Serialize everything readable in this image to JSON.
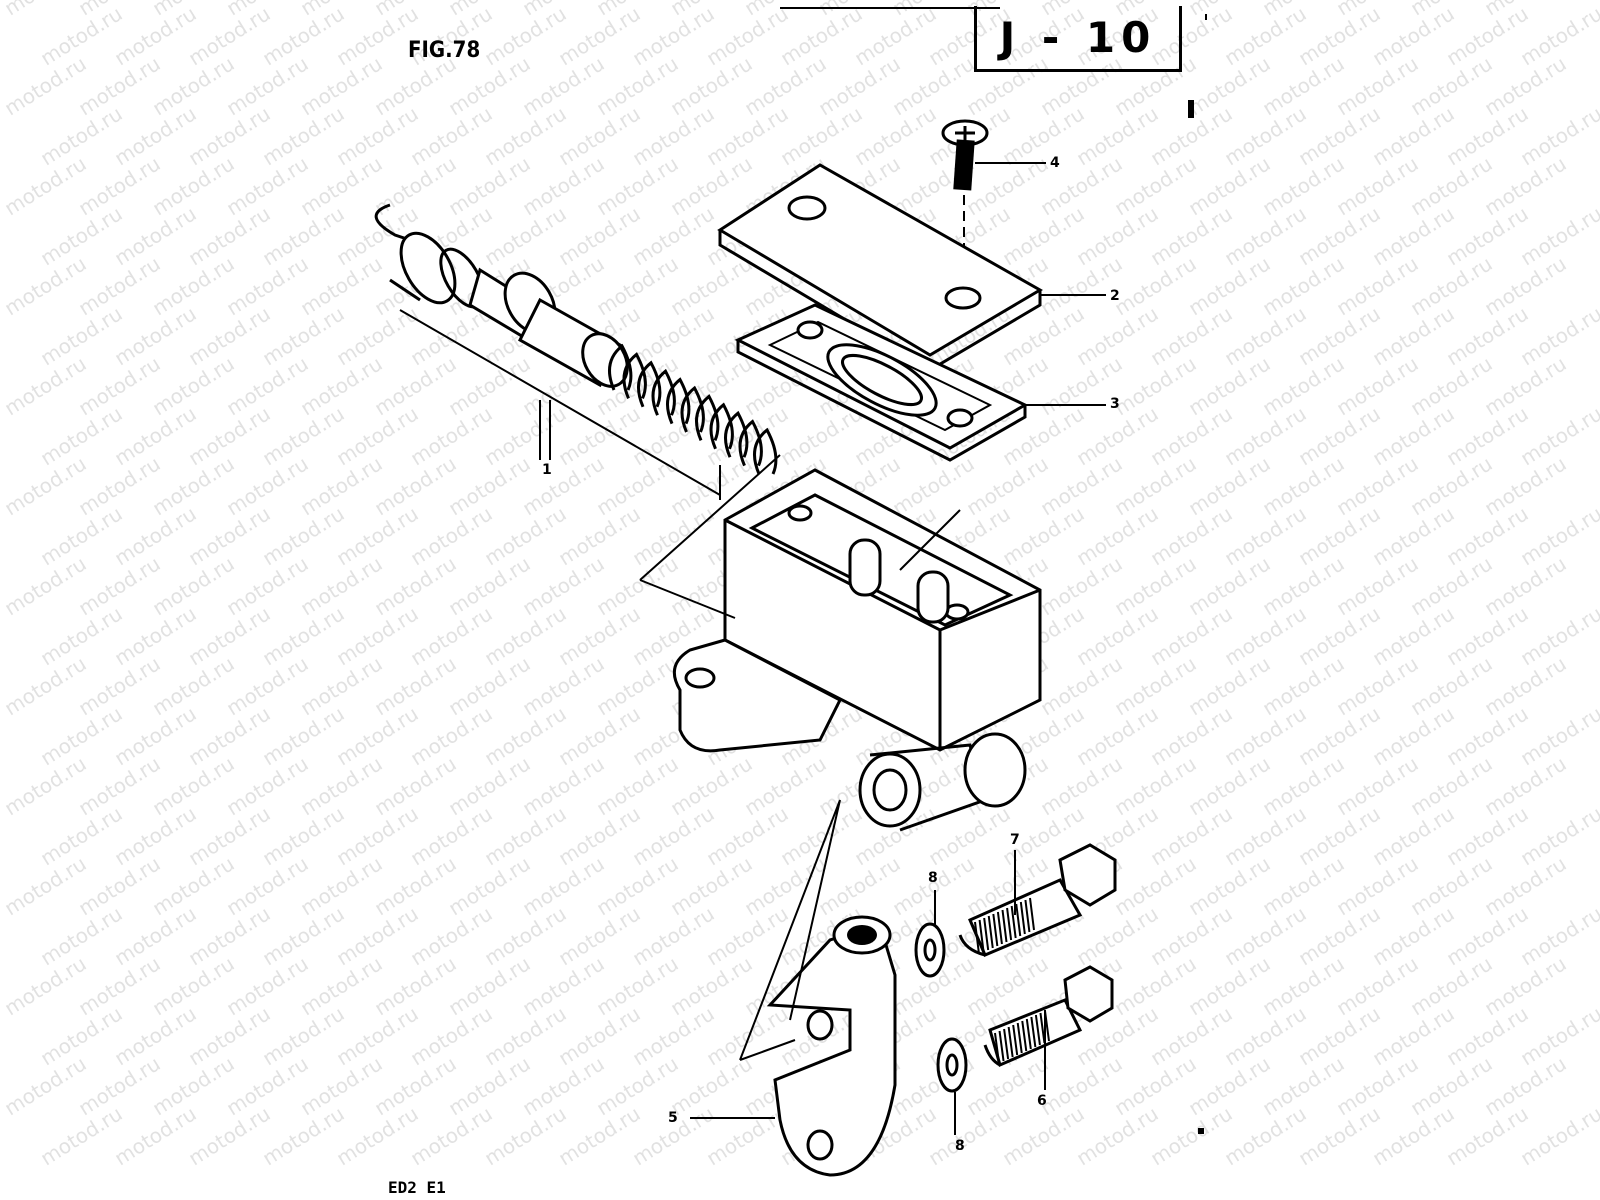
{
  "figure": {
    "label": "FIG.78",
    "page_code": "J - 10",
    "footer_code": "ED2 E1"
  },
  "watermark": {
    "text": "motod.ru",
    "color": "#c9c9c9"
  },
  "callouts": [
    {
      "id": "1",
      "label": "1"
    },
    {
      "id": "2",
      "label": "2"
    },
    {
      "id": "3",
      "label": "3"
    },
    {
      "id": "4",
      "label": "4"
    },
    {
      "id": "5",
      "label": "5"
    },
    {
      "id": "6",
      "label": "6"
    },
    {
      "id": "7",
      "label": "7"
    },
    {
      "id": "8a",
      "label": "8"
    },
    {
      "id": "8b",
      "label": "8"
    }
  ],
  "parts": [
    {
      "name": "piston-kit",
      "callout": "1"
    },
    {
      "name": "reservoir-cap",
      "callout": "2"
    },
    {
      "name": "diaphragm-gasket",
      "callout": "3"
    },
    {
      "name": "cap-screw",
      "callout": "4"
    },
    {
      "name": "holder-clamp",
      "callout": "5"
    },
    {
      "name": "bolt-short",
      "callout": "6"
    },
    {
      "name": "bolt-long",
      "callout": "7"
    },
    {
      "name": "washer",
      "callout": "8"
    }
  ]
}
